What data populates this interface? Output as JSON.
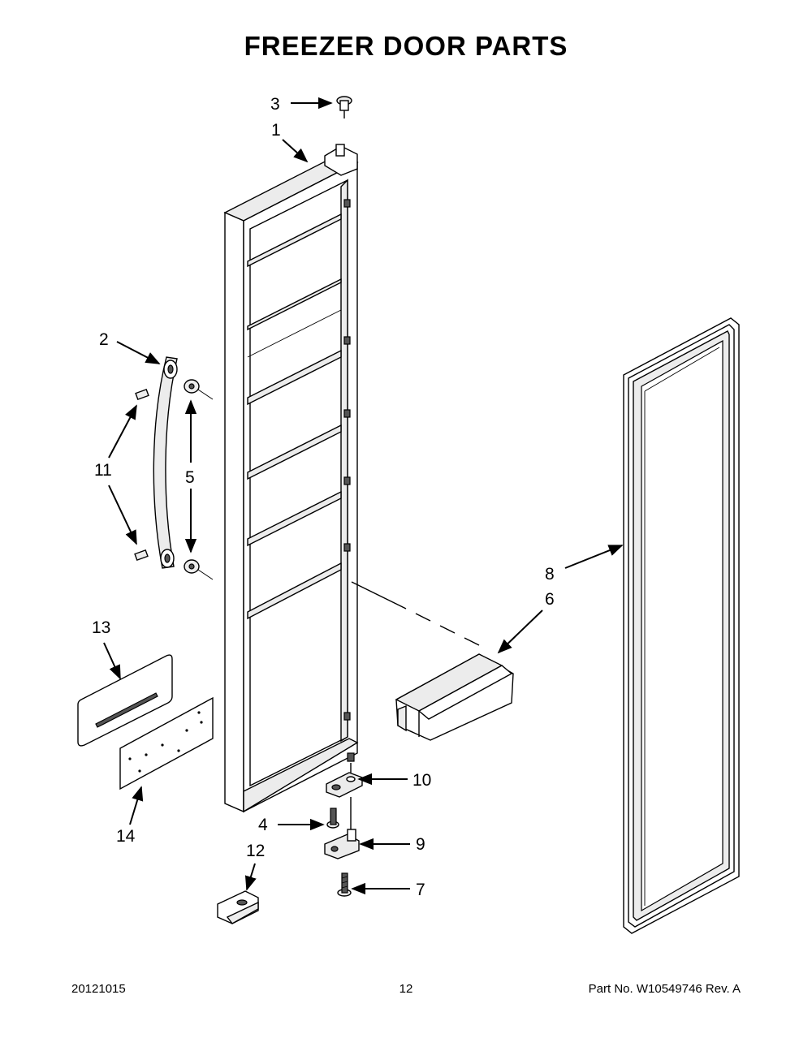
{
  "title": "FREEZER DOOR PARTS",
  "callouts": {
    "c1": "1",
    "c2": "2",
    "c3": "3",
    "c4": "4",
    "c5": "5",
    "c6": "6",
    "c7": "7",
    "c8": "8",
    "c9": "9",
    "c10": "10",
    "c11": "11",
    "c12": "12",
    "c13": "13",
    "c14": "14"
  },
  "footer": {
    "date": "20121015",
    "page": "12",
    "part_no": "Part No.  W10549746  Rev.  A"
  }
}
